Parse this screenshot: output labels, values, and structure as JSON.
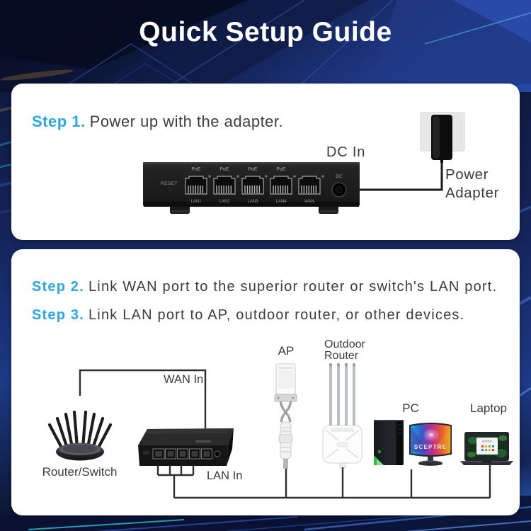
{
  "header": {
    "title": "Quick Setup Guide"
  },
  "steps": [
    {
      "label": "Step 1.",
      "text": "Power up with the adapter."
    },
    {
      "label": "Step 2.",
      "text": "Link WAN port to the superior router or switch's LAN port."
    },
    {
      "label": "Step 3.",
      "text": "Link LAN port to AP, outdoor router, or other devices."
    }
  ],
  "card1": {
    "dc_in_label": "DC In",
    "power_adapter_label": "Power\nAdapter",
    "switch": {
      "reset_label": "RESET",
      "poe_label": "PoE",
      "dc_label": "DC",
      "port_labels": [
        "LAN1",
        "LAN2",
        "LAN3",
        "LAN4",
        "WAN"
      ]
    }
  },
  "card2": {
    "wan_in_label": "WAN In",
    "lan_in_label": "LAN In",
    "devices": {
      "router": "Router/Switch",
      "ap": "AP",
      "outdoor_router": "Outdoor\nRouter",
      "pc": "PC",
      "laptop": "Laptop"
    },
    "monitor_brand": "SCEPTRE"
  },
  "colors": {
    "accent_blue": "#2BA7E2",
    "text_dark": "#3D3D3D",
    "card_background": "#FFFFFF",
    "background_navy": "#0D1634",
    "wire_black": "#2E2E2E",
    "title_white": "#FFFFFF"
  }
}
